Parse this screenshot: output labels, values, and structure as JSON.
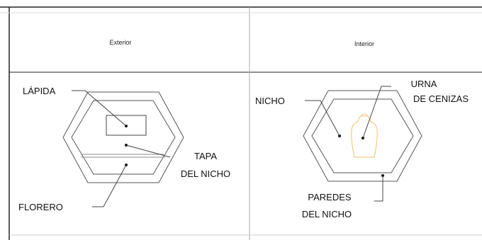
{
  "headers": {
    "exterior": "Exterior",
    "interior": "Interior"
  },
  "exterior_labels": {
    "lapida": "LÁPIDA",
    "tapa_line1": "TAPA",
    "tapa_line2": "DEL NICHO",
    "florero": "FLORERO"
  },
  "interior_labels": {
    "nicho": "NICHO",
    "urna_line1": "URNA",
    "urna_line2": "DE CENIZAS",
    "paredes_line1": "PAREDES",
    "paredes_line2": "DEL NICHO"
  },
  "colors": {
    "border": "#222222",
    "lines": "#444444",
    "urn": "#f2c36b"
  }
}
